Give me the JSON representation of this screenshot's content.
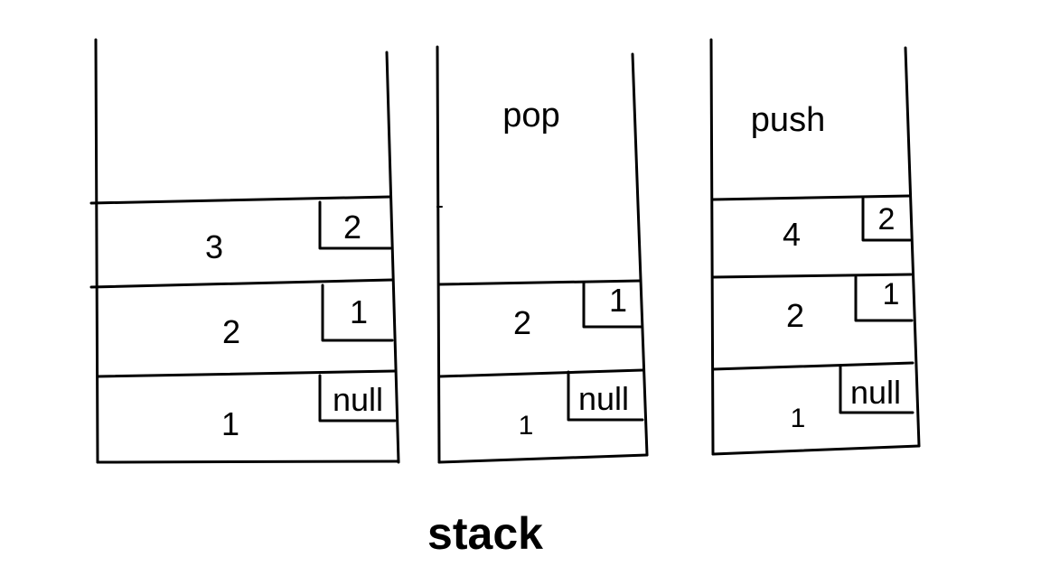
{
  "caption": "stack",
  "stacks": [
    {
      "operation": "",
      "nodes": [
        {
          "value": "3",
          "next": "2"
        },
        {
          "value": "2",
          "next": "1"
        },
        {
          "value": "1",
          "next": "null"
        }
      ]
    },
    {
      "operation": "pop",
      "nodes": [
        {
          "value": "2",
          "next": "1"
        },
        {
          "value": "1",
          "next": "null"
        }
      ]
    },
    {
      "operation": "push",
      "nodes": [
        {
          "value": "4",
          "next": "2"
        },
        {
          "value": "2",
          "next": "1"
        },
        {
          "value": "1",
          "next": "null"
        }
      ]
    }
  ]
}
